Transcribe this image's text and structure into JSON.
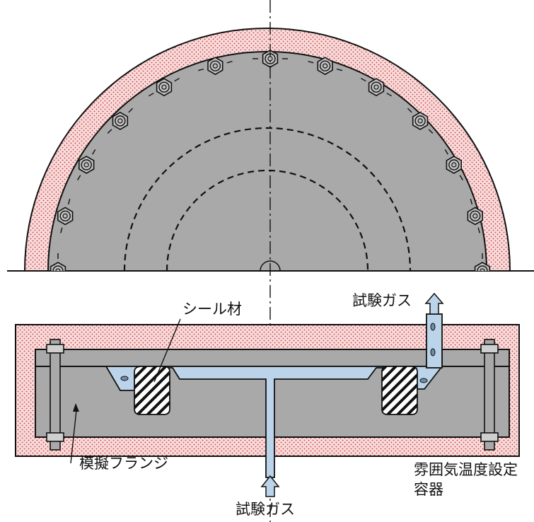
{
  "labels": {
    "seal_material": "シール材",
    "test_gas_outlet": "試験ガス",
    "test_gas_inlet": "試験ガス",
    "simulated_flange": "模擬フランジ",
    "atmosphere_container_line1": "雰囲気温度設定",
    "atmosphere_container_line2": "容器"
  },
  "colors": {
    "insulation_fill": "#f6dcdc",
    "insulation_dots": "#d23a3a",
    "flange_gray": "#a9a9a9",
    "gas_blue": "#bcd4ea",
    "outline": "#111111"
  },
  "icons": {
    "bolt": "hex-nut-icon",
    "flow_arrow": "up-arrow-icon"
  }
}
